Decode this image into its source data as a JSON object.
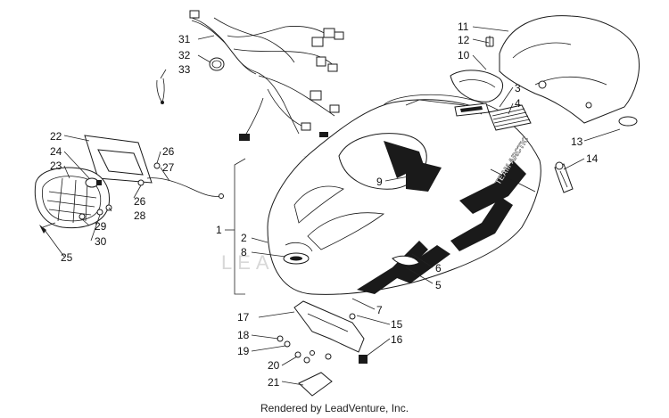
{
  "diagram": {
    "footer_text": "Rendered by LeadVenture, Inc.",
    "watermark_text": "LEADVENTURE",
    "decal_text": "TEAM ARCTIC",
    "callouts": [
      "1",
      "2",
      "3",
      "4",
      "5",
      "6",
      "7",
      "8",
      "9",
      "10",
      "11",
      "12",
      "13",
      "14",
      "15",
      "16",
      "17",
      "18",
      "19",
      "20",
      "21",
      "22",
      "23",
      "24",
      "25",
      "26",
      "26",
      "27",
      "28",
      "29",
      "30",
      "31",
      "32",
      "33"
    ]
  }
}
